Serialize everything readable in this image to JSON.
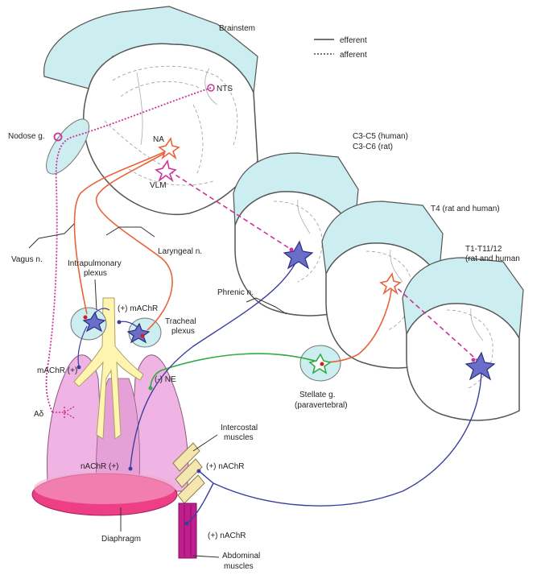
{
  "labels": {
    "brainstem": "Brainstem",
    "nts": "NTS",
    "na": "NA",
    "vlm": "VLM",
    "nodose": "Nodose g.",
    "c3c5_human": "C3-C5 (human)",
    "c3c6_rat": "C3-C6 (rat)",
    "t4": "T4 (rat and human)",
    "t1_line1": "T1-T11/12",
    "t1_line2": "(rat and human",
    "vagus": "Vagus n.",
    "laryngeal": "Laryngeal n.",
    "intrapulmonary_1": "Intrapulmonary",
    "intrapulmonary_2": "plexus",
    "machr_plus": "(+) mAChR",
    "tracheal_1": "Tracheal",
    "tracheal_2": "plexus",
    "phrenic": "Phrenic n.",
    "machr_left": "mAChR (+)",
    "ne_minus": "(-) NE",
    "stellate_1": "Stellate g.",
    "stellate_2": "(paravertebral)",
    "a_delta": "Aδ",
    "intercostal_1": "Intercostal",
    "intercostal_2": "muscles",
    "nachr_plus_left": "nAChR (+)",
    "nachr_plus_right": "(+) nAChR",
    "nachr_plus_lower": "(+) nAChR",
    "diaphragm": "Diaphragm",
    "abdominal_1": "Abdominal",
    "abdominal_2": "muscles"
  },
  "legend": {
    "efferent": "efferent",
    "afferent": "afferent"
  },
  "colors": {
    "efferent_orange": "#e8643c",
    "afferent_magenta": "#cc3399",
    "motor_blue": "#3a3f9e",
    "sympathetic_green": "#33aa44",
    "ganglion_fill": "#cdeef0",
    "lung_pink": "#f0b4e4",
    "diaphragm_pink": "#ee3f86",
    "airway_yellow": "#fff4b0",
    "muscle_magenta": "#c01e8c"
  }
}
